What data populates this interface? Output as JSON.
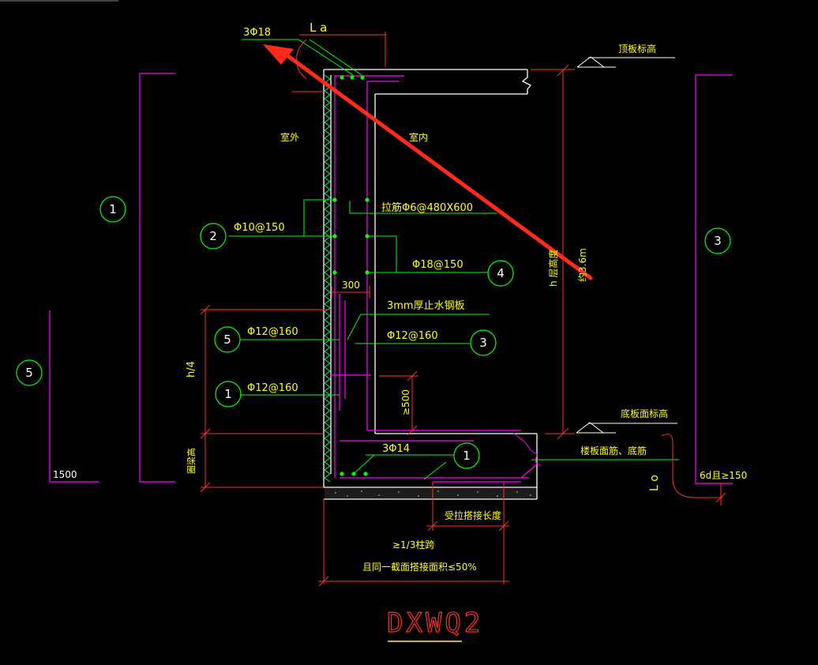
{
  "colors": {
    "background": "#000000",
    "dimension_lines": "#ff3030",
    "leader_lines": "#00ff00",
    "section_lines": "#ff00ff",
    "wall_outline": "#ffffff",
    "text": "#ffff00",
    "arrow": "#ff2a1a"
  },
  "title": "DXWQ2",
  "labels": {
    "top_bar": "3Φ18",
    "la": "L a",
    "roof_elev": "顶板标高",
    "outside": "室外",
    "inside": "室内",
    "tie_bar": "拉筋Φ6@480X600",
    "bar_2": "Φ10@150",
    "bar_4": "Φ18@150",
    "dim_300": "300",
    "steel_plate": "3mm厚止水钢板",
    "bar_5": "Φ12@160",
    "bar_3": "Φ12@160",
    "bar_1": "Φ12@160",
    "h4": "h/4",
    "dim_500": "≥500",
    "beam_height": "圈梁高",
    "bottom_elev": "底板面标高",
    "bottom_bars": "3Φ14",
    "slab_bars": "楼板面筋、底筋",
    "lap_len": "受拉搭接长度",
    "span": "≥1/3柱跨",
    "lap_pct": "且同一截面搭接面积≤50%",
    "hook": "6d且≥150",
    "l0": "L o",
    "h_height": "h 层高度",
    "height_val": "约3.6m",
    "dim_1500": "1500"
  },
  "bubbles": {
    "b1_top": "1",
    "b2": "2",
    "b3_right": "3",
    "b4": "4",
    "b5_left": "5",
    "b5": "5",
    "b3": "3",
    "b1_mid": "1",
    "b1_bottom": "1"
  }
}
